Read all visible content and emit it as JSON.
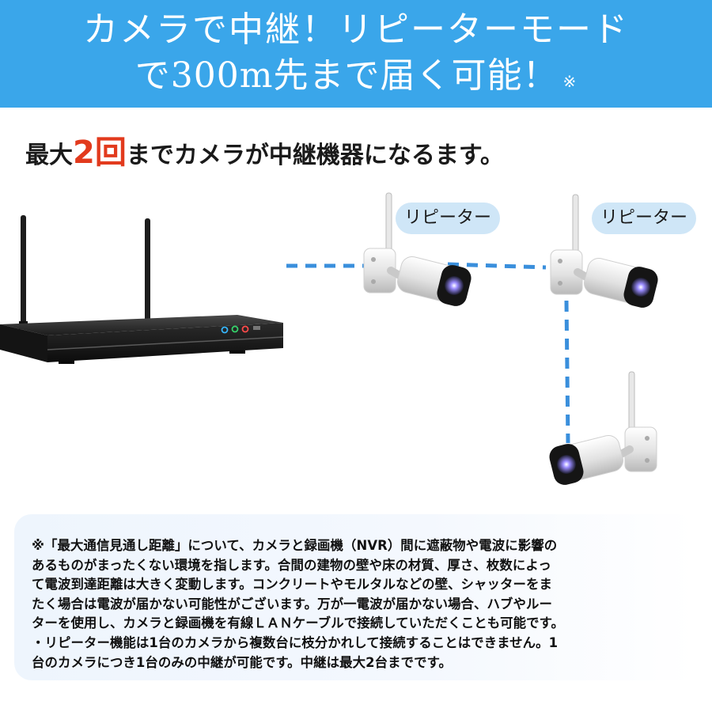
{
  "header": {
    "line1": "カメラで中継！リピーターモード",
    "line2": "で300m先まで届く可能！",
    "note_mark": "※",
    "bg_color": "#3aa6ea"
  },
  "subtitle": {
    "before": "最大",
    "emphasis": "2回",
    "after": "までカメラが中継機器になるます。",
    "emphasis_color": "#e23a1d"
  },
  "diagram": {
    "repeater_label_1": "リピーター",
    "repeater_label_2": "リピーター",
    "link_color": "#3a8fdc",
    "nvr_icon": "nvr-recorder-icon",
    "camera_icon": "bullet-camera-icon"
  },
  "footnote": {
    "lines": [
      "※「最大通信見通し距離」について、カメラと録画機（NVR）間に遮蔽物や電波に影響の",
      "あるものがまったくない環境を指します。合間の建物の壁や床の材質、厚さ、枚数によっ",
      "て電波到達距離は大きく変動します。コンクリートやモルタルなどの壁、シャッターをま",
      "たく場合は電波が届かない可能性がございます。万が一電波が届かない場合、ハブやルー",
      "ターを使用し、カメラと録画機を有線ＬＡＮケーブルで接続していただくことも可能です。",
      "・リピーター機能は1台のカメラから複数台に枝分かれして接続することはできません。1",
      "台のカメラにつき1台のみの中継が可能です。中継は最大2台までです。"
    ]
  }
}
